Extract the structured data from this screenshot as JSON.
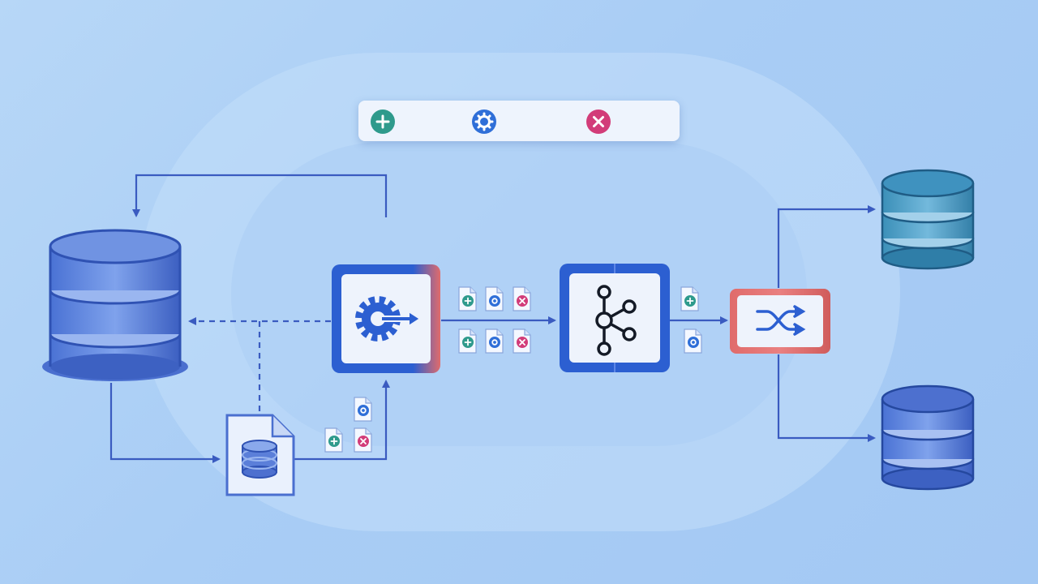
{
  "diagram": {
    "nodes": [
      {
        "name": "source-database",
        "icon": "database-icon"
      },
      {
        "name": "snapshot-file",
        "icon": "database-file-icon"
      },
      {
        "name": "cdc-connector",
        "icon": "gear-arrow-icon"
      },
      {
        "name": "kafka-broker",
        "icon": "kafka-icon"
      },
      {
        "name": "event-router",
        "icon": "shuffle-icon"
      },
      {
        "name": "target-database-teal",
        "icon": "database-icon"
      },
      {
        "name": "target-database-blue",
        "icon": "database-icon"
      }
    ],
    "legend": [
      {
        "icon": "plus-circle-icon",
        "meaning": "insert",
        "color": "#2e9a8c"
      },
      {
        "icon": "gear-circle-icon",
        "meaning": "update",
        "color": "#2f6fd8"
      },
      {
        "icon": "x-circle-icon",
        "meaning": "delete",
        "color": "#d23c79"
      }
    ],
    "colors": {
      "line": "#3a5bc0",
      "node_border": "#2c5fd1",
      "node_accent": "#e06b6b",
      "db_blue": "#3f66c8",
      "db_teal": "#3b8fb8"
    }
  }
}
